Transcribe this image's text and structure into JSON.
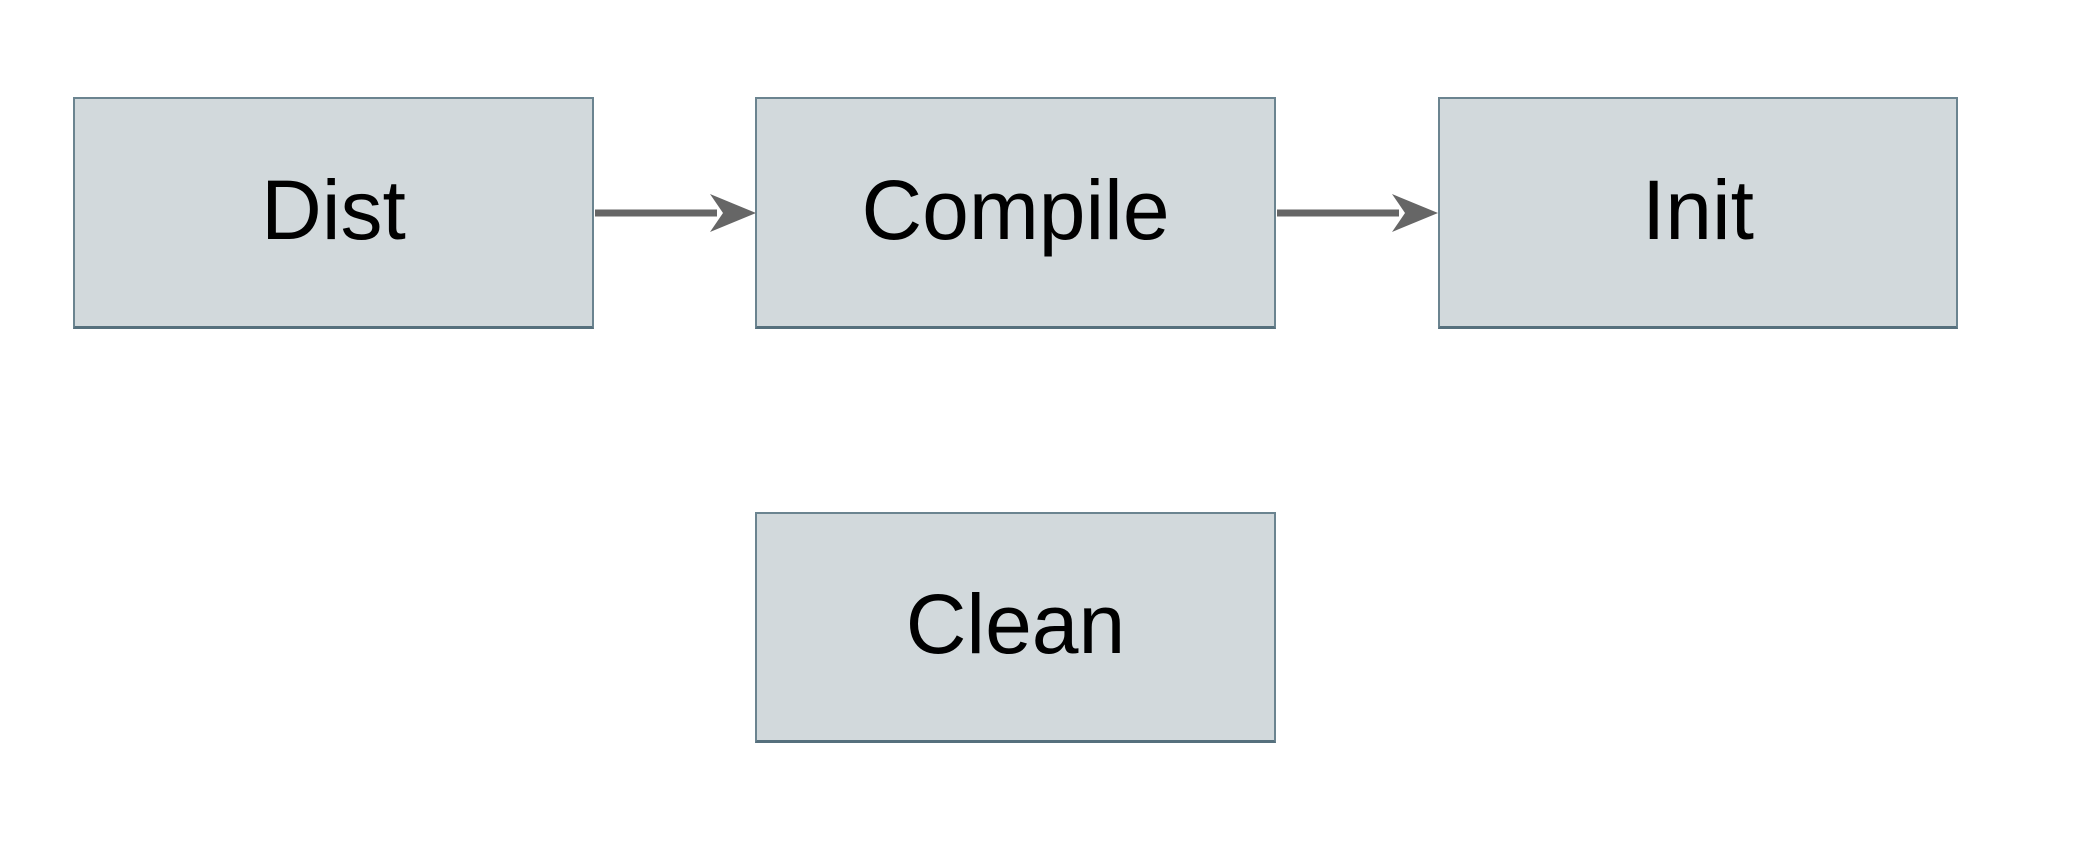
{
  "diagram": {
    "type": "flowchart",
    "nodes": [
      {
        "id": "dist",
        "label": "Dist"
      },
      {
        "id": "compile",
        "label": "Compile"
      },
      {
        "id": "init",
        "label": "Init"
      },
      {
        "id": "clean",
        "label": "Clean"
      }
    ],
    "edges": [
      {
        "from": "dist",
        "to": "compile",
        "direction": "right"
      },
      {
        "from": "compile",
        "to": "init",
        "direction": "right"
      }
    ]
  },
  "colors": {
    "background": "#ffffff",
    "node_fill": "#d2d9dc",
    "node_border": "#6b8490",
    "node_border_dark": "#56707d",
    "arrow": "#666666",
    "text": "#000000"
  }
}
